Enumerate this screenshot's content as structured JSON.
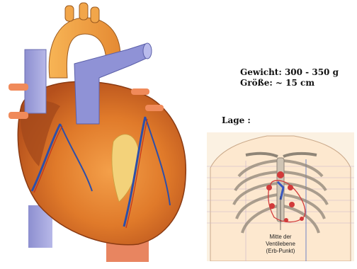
{
  "facts": {
    "weight": "Gewicht: 300 - 350 g",
    "size": "Größe: ~ 15 cm"
  },
  "lage_label": "Lage :",
  "chest_diagram": {
    "label_line1": "Mitte der",
    "label_line2": "Ventilebene",
    "label_line3": "(Erb-Punkt)"
  }
}
